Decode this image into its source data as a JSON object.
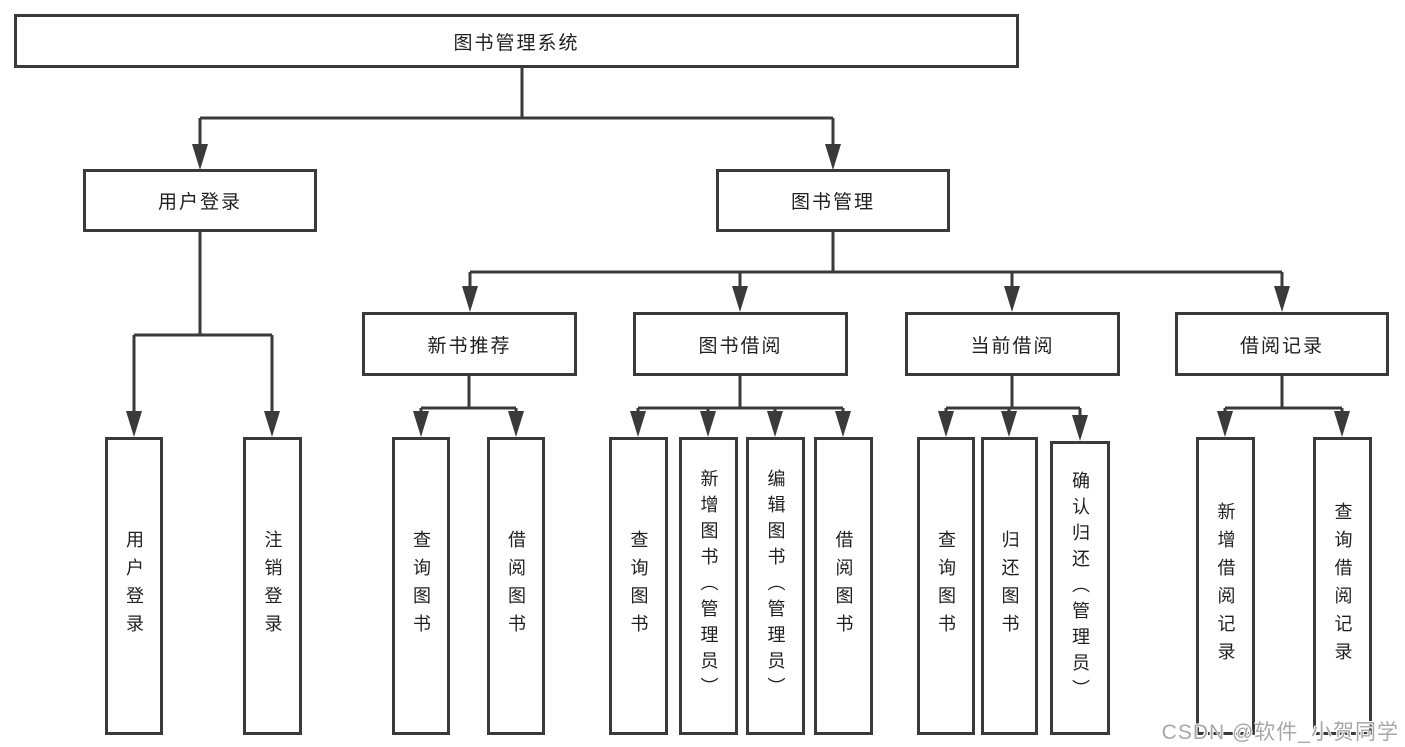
{
  "title": "图书管理系统",
  "watermark": "CSDN @软件_小贺同学",
  "colors": {
    "line": "#3a3a3a",
    "box_border": "#3a3a3a",
    "box_fill": "#ffffff",
    "text": "#1f1f1f",
    "watermark": "#a8a8a8",
    "background": "#ffffff"
  },
  "nodes": {
    "root": "图书管理系统",
    "user_login": "用户登录",
    "book_mgmt": "图书管理",
    "new_book_rec": "新书推荐",
    "book_borrow": "图书借阅",
    "current_borrow": "当前借阅",
    "borrow_record": "借阅记录",
    "leaf_user_login": "用户登录",
    "leaf_logout": "注销登录",
    "leaf_nb_query_book": "查询图书",
    "leaf_nb_borrow_book": "借阅图书",
    "leaf_bb_query_book": "查询图书",
    "leaf_bb_add_book": "新增图书（管理员）",
    "leaf_bb_edit_book": "编辑图书（管理员）",
    "leaf_bb_borrow_book": "借阅图书",
    "leaf_cb_query_book": "查询图书",
    "leaf_cb_return_book": "归还图书",
    "leaf_cb_confirm_return": "确认归还（管理员）",
    "leaf_br_add_record": "新增借阅记录",
    "leaf_br_query_record": "查询借阅记录"
  }
}
